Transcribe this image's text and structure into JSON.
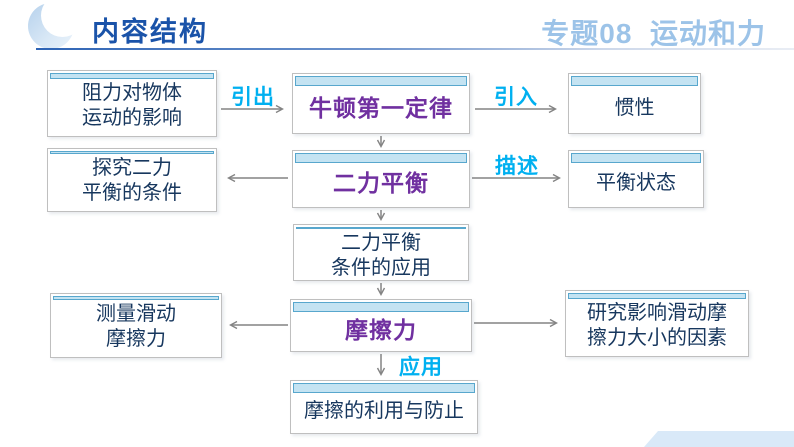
{
  "header": {
    "title": "内容结构",
    "topic": "专题08  运动和力"
  },
  "colors": {
    "title_blue": "#1a53a9",
    "topic_blue": "#9cc3e8",
    "emphasis_purple": "#7030a0",
    "text_navy": "#17375e",
    "edge_label_cyan": "#00b0f0",
    "node_strip_fill": "#c4e3f2",
    "node_strip_border": "#58a7cd",
    "node_border": "#bfbfbf",
    "arrow_gray": "#848484",
    "ribbon_blue": "#d9e9f8"
  },
  "flowchart": {
    "nodes": {
      "resistance_effect": {
        "label": "阻力对物体\n运动的影响"
      },
      "newton_first_law": {
        "label": "牛顿第一定律"
      },
      "inertia": {
        "label": "惯性"
      },
      "explore_balance_conditions": {
        "label": "探究二力\n平衡的条件"
      },
      "two_force_balance": {
        "label": "二力平衡"
      },
      "balance_state": {
        "label": "平衡状态"
      },
      "balance_application": {
        "label": "二力平衡\n条件的应用"
      },
      "measure_friction": {
        "label": "测量滑动\n摩擦力"
      },
      "friction": {
        "label": "摩擦力"
      },
      "friction_factors": {
        "label": "研究影响滑动摩\n擦力大小的因素"
      },
      "friction_use_prevention": {
        "label": "摩擦的利用与防止"
      }
    },
    "edge_labels": {
      "leads_to": "引出",
      "introduces": "引入",
      "describes": "描述",
      "application": "应用"
    }
  }
}
